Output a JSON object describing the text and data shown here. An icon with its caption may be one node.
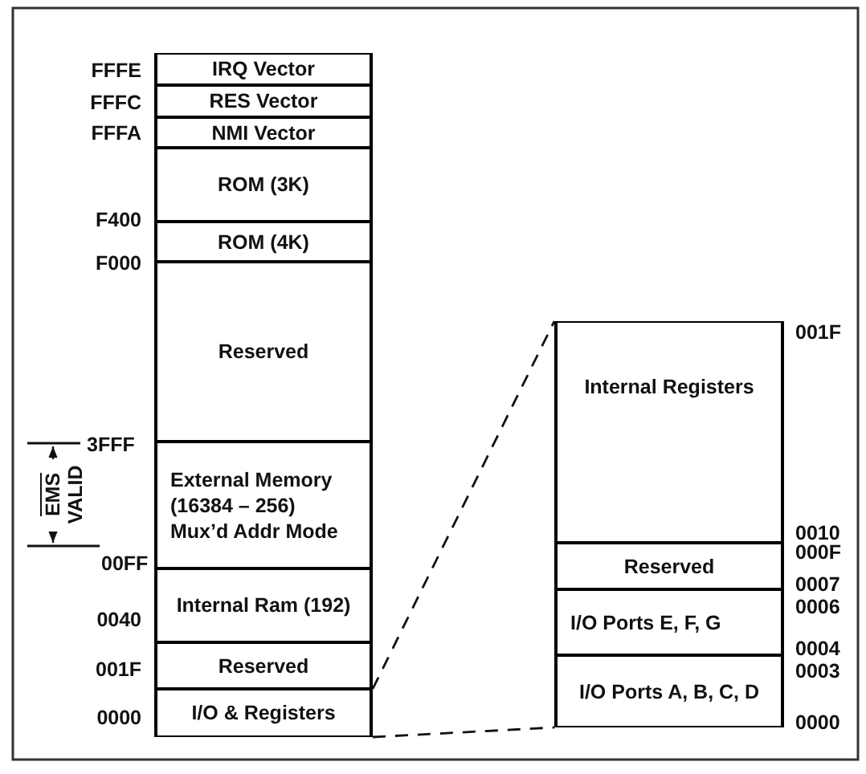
{
  "diagram": {
    "nodes": [
      {
        "text": [
          "IRQ Vector"
        ]
      },
      {
        "text": [
          "RES Vector"
        ]
      },
      {
        "text": [
          "NMI Vector"
        ]
      },
      {
        "text": [
          "ROM (3K)"
        ]
      },
      {
        "text": [
          "ROM (4K)"
        ]
      },
      {
        "text": [
          "Reserved"
        ]
      },
      {
        "text": [
          "External Memory (16384 – 256) Mux’d Addr Mode"
        ]
      },
      {
        "text": [
          "Internal Ram (192)"
        ]
      },
      {
        "text": [
          "Reserved"
        ]
      },
      {
        "text": [
          "I/O & Registers"
        ]
      },
      {
        "text": [
          "Internal Registers"
        ]
      },
      {
        "text": [
          "Reserved"
        ]
      },
      {
        "text": [
          "I/O Ports E, F, G"
        ]
      },
      {
        "text": [
          "I/O Ports A, B, C, D"
        ]
      }
    ],
    "edges": [
      {
        "from": 9,
        "to": 10,
        "arrow": "none",
        "style": "dashed"
      },
      {
        "from": 9,
        "to": 13,
        "arrow": "none",
        "style": "dashed"
      }
    ],
    "labels": [
      "FFFE",
      "FFFC",
      "FFFA",
      "F400",
      "F000",
      "EMS",
      "VALID",
      "3FFF",
      "00FF",
      "0040",
      "001F",
      "0000",
      "001F",
      "0010",
      "000F",
      "0007",
      "0006",
      "0004",
      "0003",
      "0000"
    ]
  }
}
